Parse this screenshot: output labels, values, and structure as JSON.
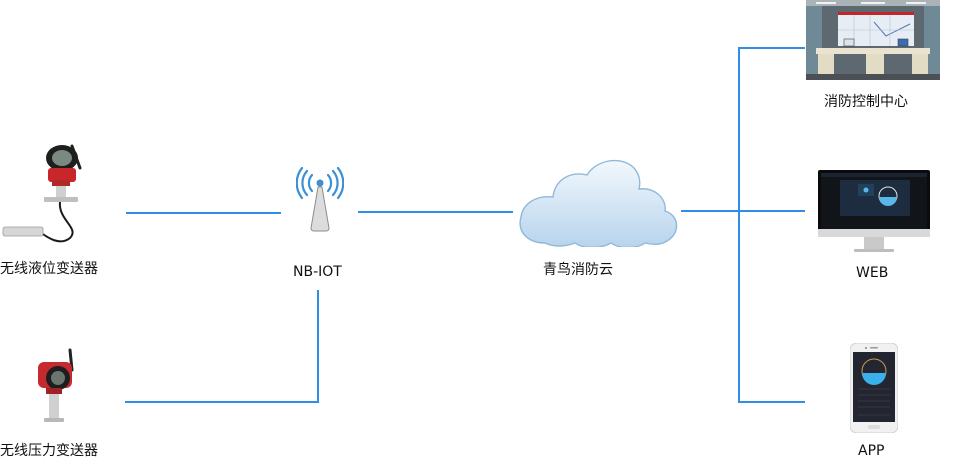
{
  "diagram": {
    "title": "NB-IOT 无线传感器消防系统拓扑",
    "line_color": "#2f8fe6",
    "nodes": {
      "liquid_level_transmitter": {
        "label": "无线液位变送器",
        "icon": "liquid-level-transmitter-icon"
      },
      "pressure_transmitter": {
        "label": "无线压力变送器",
        "icon": "pressure-transmitter-icon"
      },
      "nbiot": {
        "label": "NB-IOT",
        "icon": "antenna-tower-icon"
      },
      "cloud": {
        "label": "青鸟消防云",
        "icon": "cloud-icon"
      },
      "control_center": {
        "label": "消防控制中心",
        "icon": "control-room-icon"
      },
      "web": {
        "label": "WEB",
        "icon": "desktop-monitor-icon"
      },
      "app": {
        "label": "APP",
        "icon": "smartphone-icon"
      }
    },
    "edges": [
      {
        "from": "liquid_level_transmitter",
        "to": "nbiot"
      },
      {
        "from": "pressure_transmitter",
        "to": "nbiot"
      },
      {
        "from": "nbiot",
        "to": "cloud"
      },
      {
        "from": "cloud",
        "to": "control_center"
      },
      {
        "from": "cloud",
        "to": "web"
      },
      {
        "from": "cloud",
        "to": "app"
      }
    ]
  }
}
